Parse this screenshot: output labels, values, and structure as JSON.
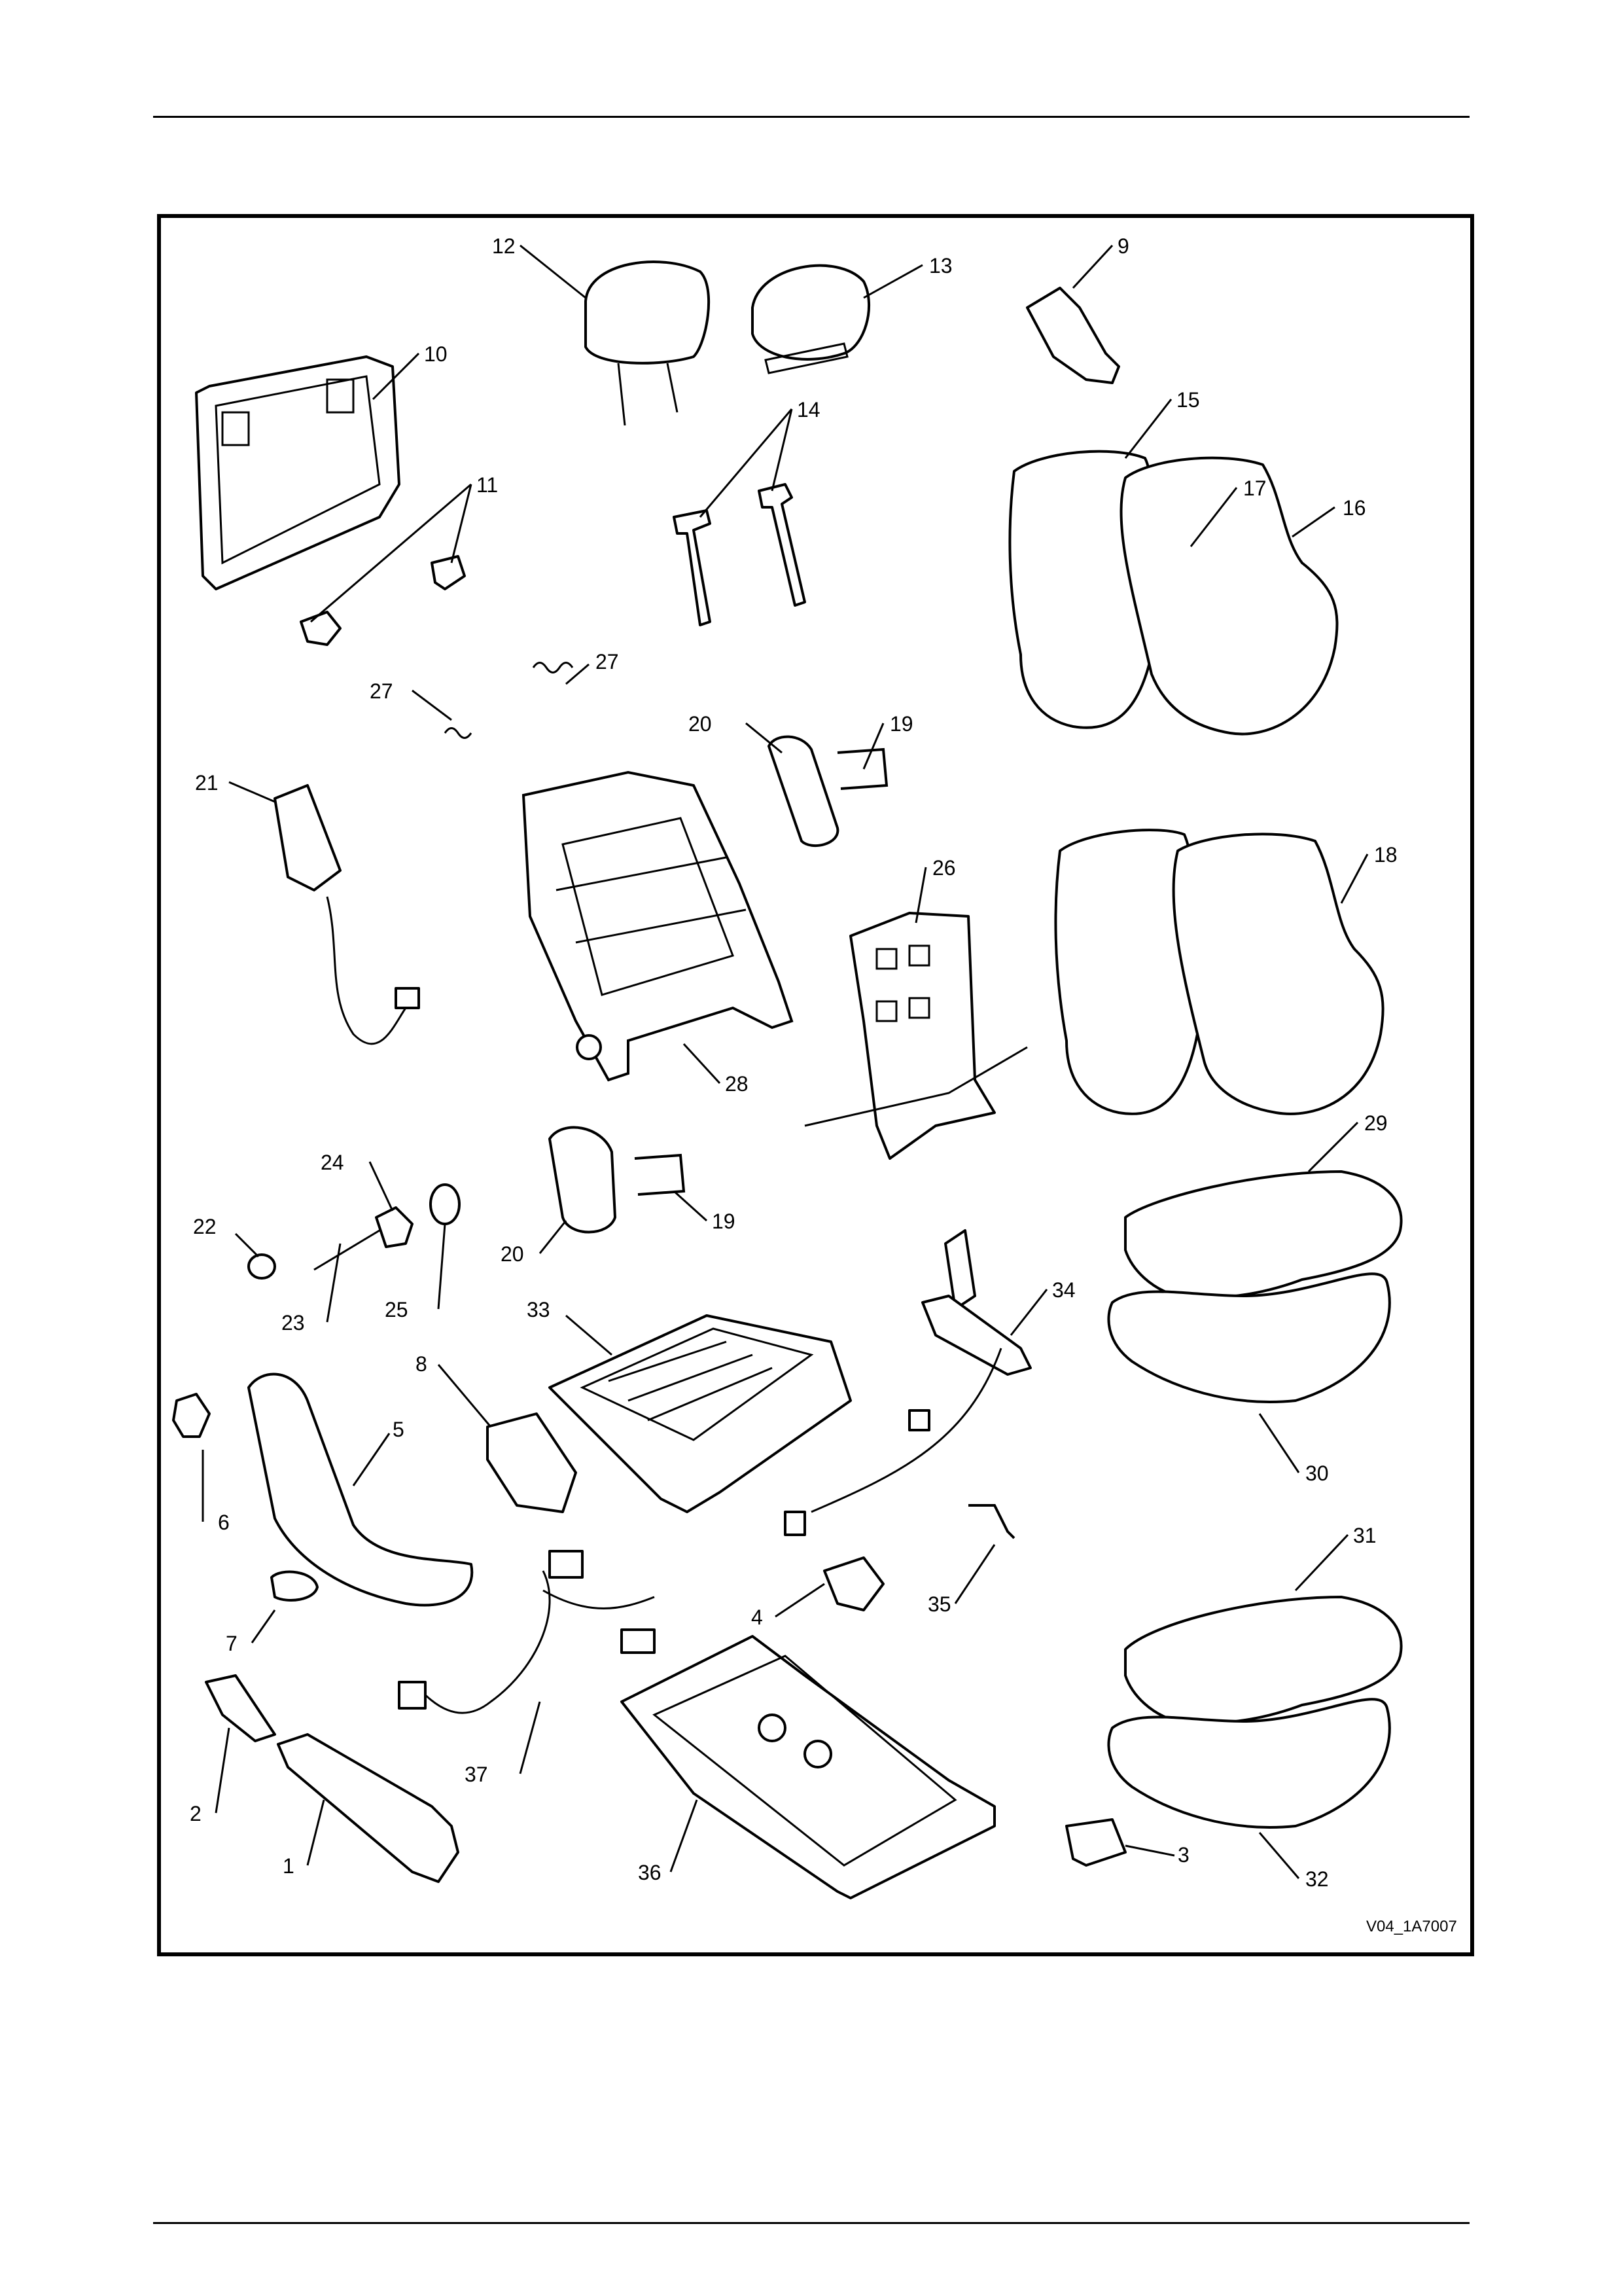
{
  "figure_id": "V04_1A7007",
  "callouts": [
    {
      "label": "1"
    },
    {
      "label": "2"
    },
    {
      "label": "3"
    },
    {
      "label": "4"
    },
    {
      "label": "5"
    },
    {
      "label": "6"
    },
    {
      "label": "7"
    },
    {
      "label": "8"
    },
    {
      "label": "9"
    },
    {
      "label": "10"
    },
    {
      "label": "11"
    },
    {
      "label": "12"
    },
    {
      "label": "13"
    },
    {
      "label": "14"
    },
    {
      "label": "15"
    },
    {
      "label": "16"
    },
    {
      "label": "17"
    },
    {
      "label": "18"
    },
    {
      "label": "19"
    },
    {
      "label": "19"
    },
    {
      "label": "20"
    },
    {
      "label": "20"
    },
    {
      "label": "21"
    },
    {
      "label": "22"
    },
    {
      "label": "23"
    },
    {
      "label": "24"
    },
    {
      "label": "25"
    },
    {
      "label": "26"
    },
    {
      "label": "27"
    },
    {
      "label": "27"
    },
    {
      "label": "28"
    },
    {
      "label": "29"
    },
    {
      "label": "30"
    },
    {
      "label": "31"
    },
    {
      "label": "32"
    },
    {
      "label": "33"
    },
    {
      "label": "34"
    },
    {
      "label": "35"
    },
    {
      "label": "36"
    },
    {
      "label": "37"
    }
  ]
}
